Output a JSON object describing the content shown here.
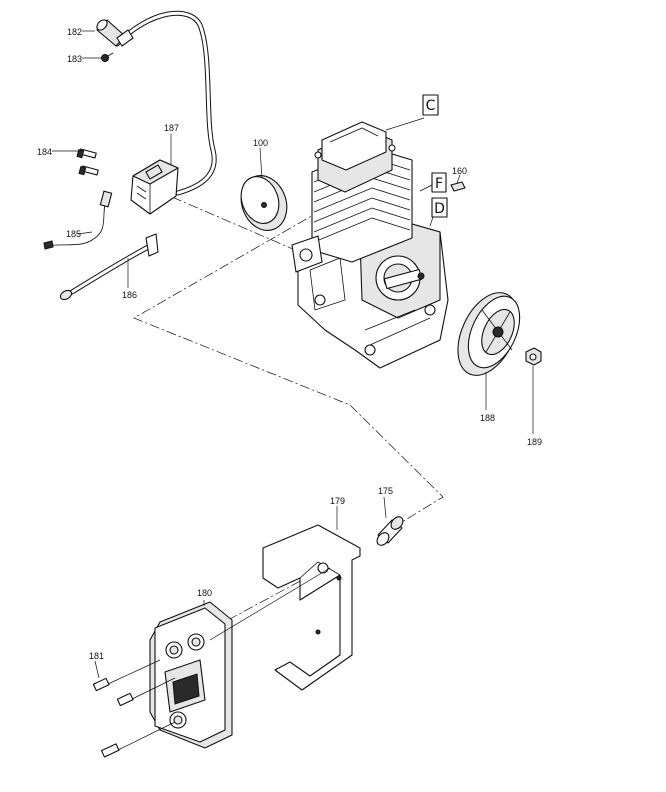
{
  "diagram": {
    "part_labels": {
      "p182": "182",
      "p183": "183",
      "p184": "184",
      "p187": "187",
      "p185": "185",
      "p186": "186",
      "p100": "100",
      "p160": "160",
      "p188": "188",
      "p189": "189",
      "p179": "179",
      "p175": "175",
      "p180": "180",
      "p181": "181"
    },
    "reference_boxes": {
      "c": "C",
      "f": "F",
      "d": "D"
    }
  }
}
